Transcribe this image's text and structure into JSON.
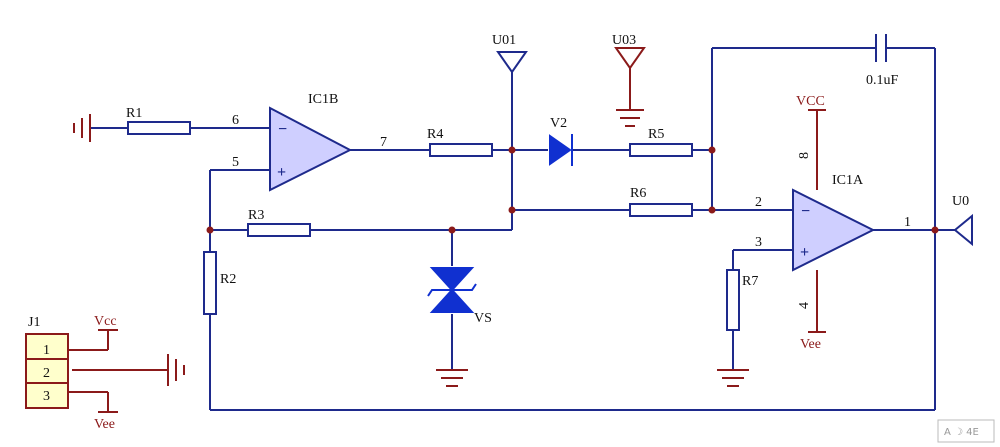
{
  "components": {
    "r1": "R1",
    "r2": "R2",
    "r3": "R3",
    "r4": "R4",
    "r5": "R5",
    "r6": "R6",
    "r7": "R7",
    "ic1b": "IC1B",
    "ic1a": "IC1A",
    "v2": "V2",
    "vs": "VS",
    "u01": "U01",
    "u03": "U03",
    "u0": "U0",
    "cap": "0.1uF",
    "vcc_ic": "VCC",
    "vee_ic": "Vee",
    "j1": "J1",
    "vcc_j": "Vcc",
    "vee_j": "Vee"
  },
  "pins": {
    "ic1b_in_minus": "6",
    "ic1b_in_plus": "5",
    "ic1b_out": "7",
    "ic1a_in_minus": "2",
    "ic1a_in_plus": "3",
    "ic1a_out": "1",
    "ic1a_vcc": "8",
    "ic1a_vee": "4"
  },
  "opamp_signs": {
    "minus": "−",
    "plus": "+"
  },
  "connector_pins": [
    "1",
    "2",
    "3"
  ],
  "watermark": "A ☽ 4E",
  "colors": {
    "wire": "#1e2a8c",
    "ground": "#8b1a1a",
    "opamp_fill": "#cfcfff",
    "diode": "#1030d0",
    "connector_fill": "#ffffcc"
  }
}
